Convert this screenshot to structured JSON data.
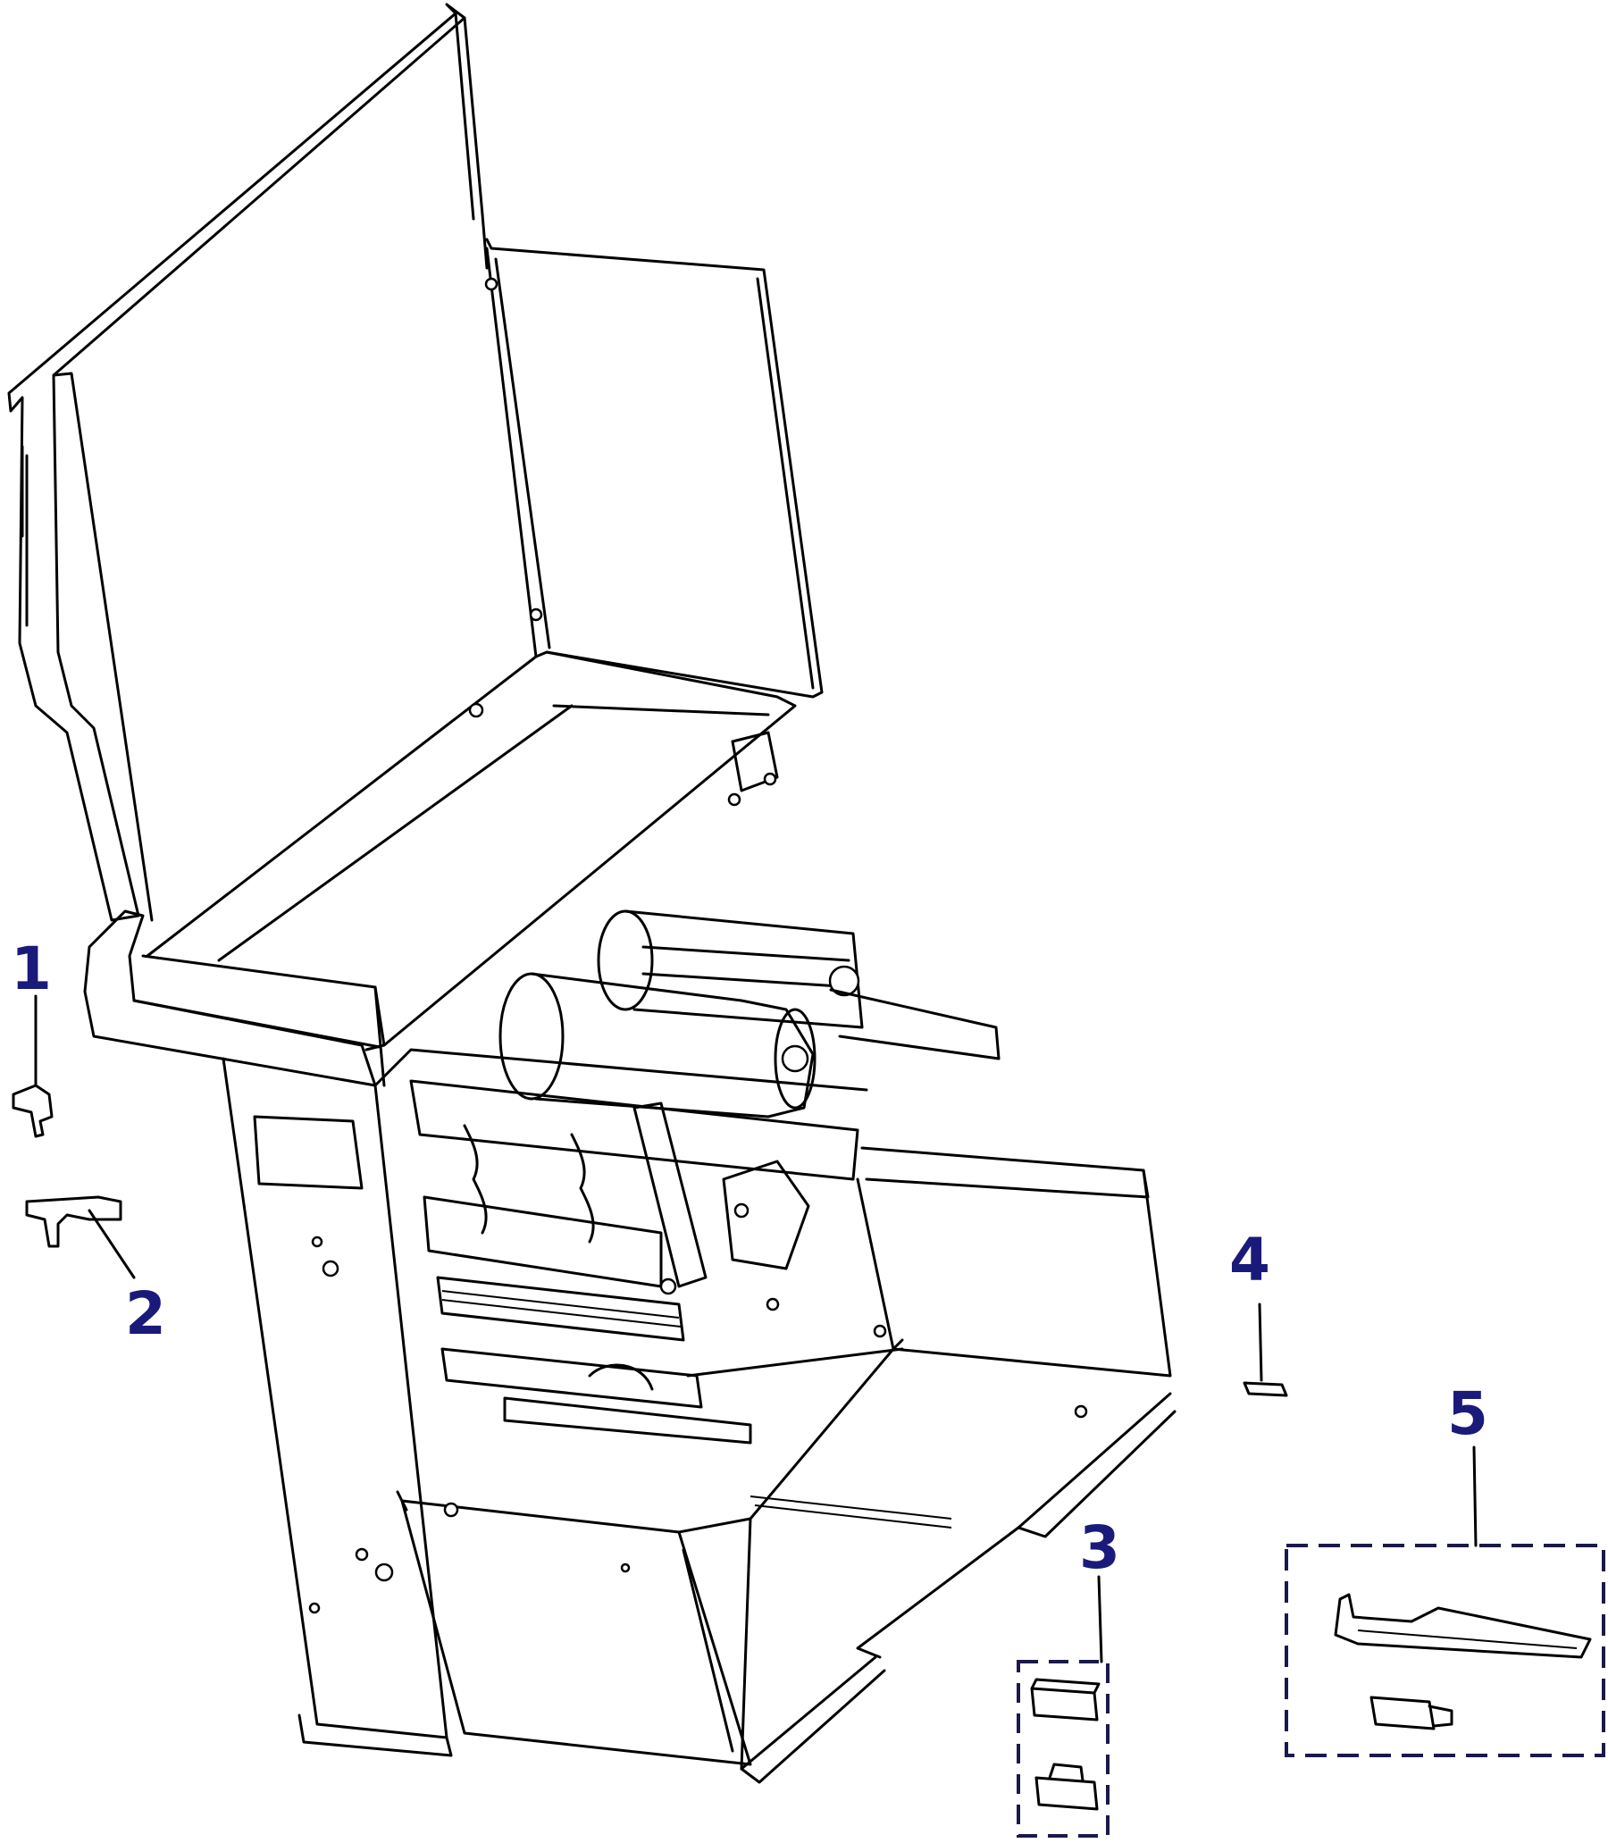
{
  "callouts": [
    {
      "id": "1",
      "label": "1"
    },
    {
      "id": "2",
      "label": "2"
    },
    {
      "id": "3",
      "label": "3"
    },
    {
      "id": "4",
      "label": "4"
    },
    {
      "id": "5",
      "label": "5"
    }
  ],
  "colors": {
    "callout": "#1a1a7a",
    "line": "#000000",
    "background": "#ffffff"
  }
}
